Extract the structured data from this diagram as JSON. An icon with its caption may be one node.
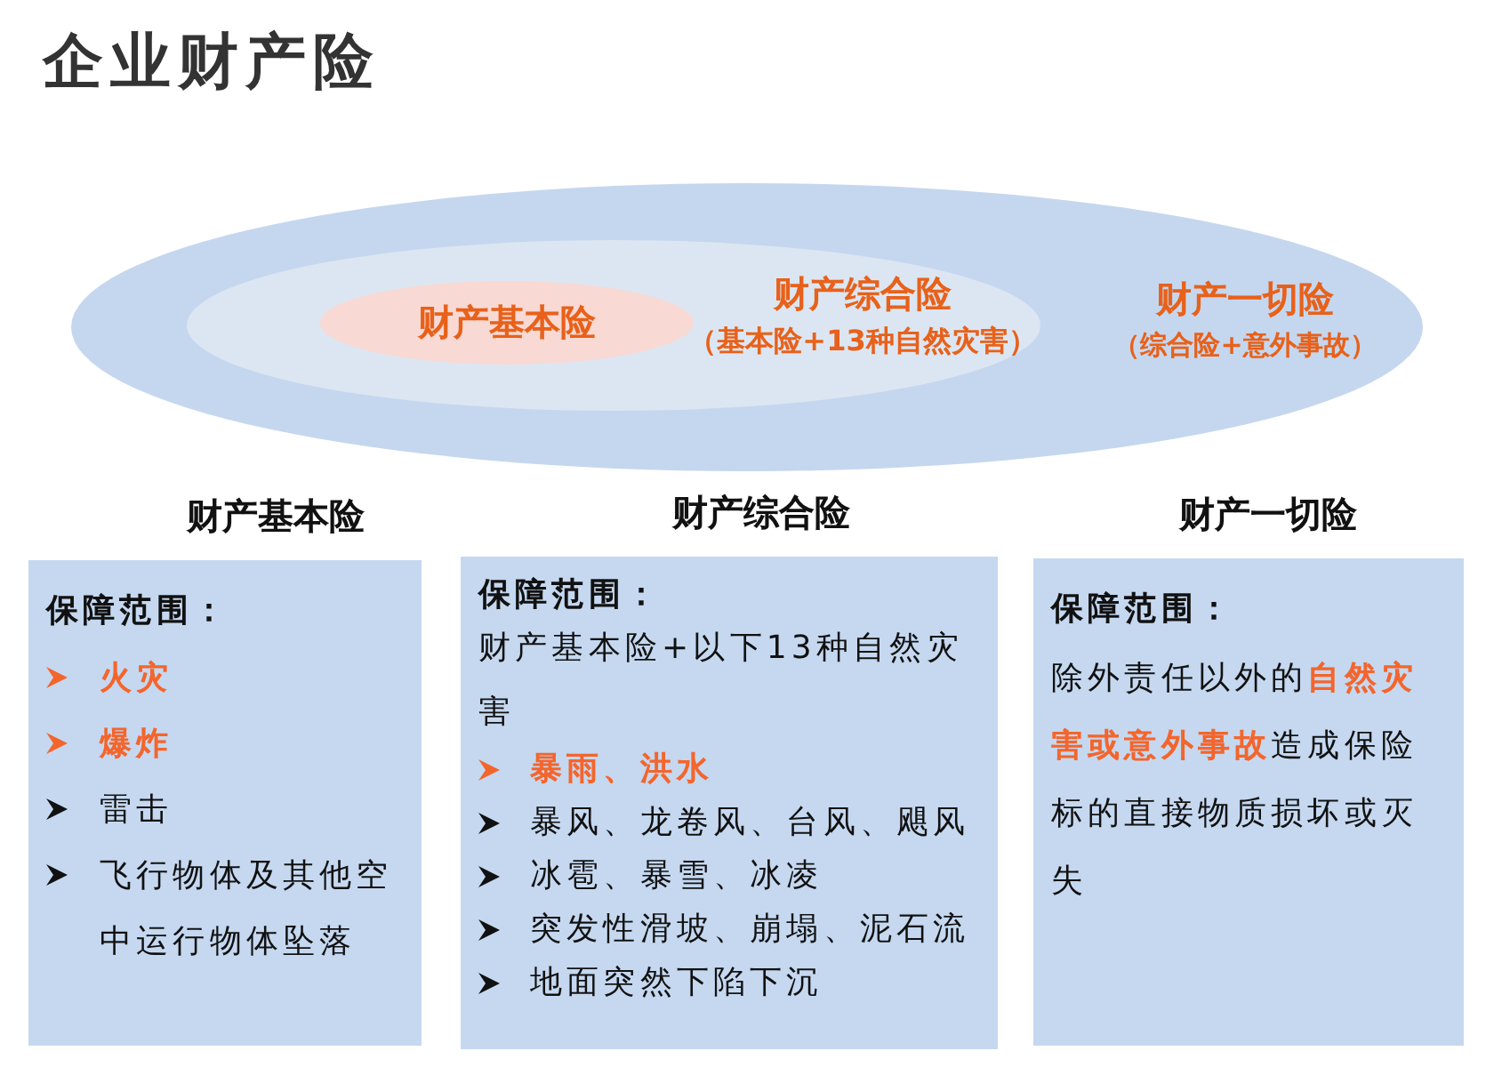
{
  "diagram": {
    "title": "企业财产险",
    "nodes": [
      {
        "text": [
          "财产一切险",
          "（综合险+意外事故）"
        ]
      },
      {
        "text": [
          "财产综合险",
          "（基本险+13种自然灾害）"
        ],
        "in": 0
      },
      {
        "text": [
          "财产基本险"
        ],
        "in": 1
      },
      {
        "text": [
          "财产基本险",
          "保障范围：",
          "火灾",
          "爆炸",
          "雷击",
          "飞行物体及其他空中运行物体坠落"
        ]
      },
      {
        "text": [
          "财产综合险",
          "保障范围：",
          "财产基本险+以下13种自然灾害",
          "暴雨、洪水",
          "暴风、龙卷风、台风、飓风",
          "冰雹、暴雪、冰凌",
          "突发性滑坡、崩塌、泥石流",
          "地面突然下陷下沉"
        ]
      },
      {
        "text": [
          "财产一切险",
          "保障范围：",
          "除外责任以外的**自然灾害或意外事故**造成保险标的直接物质损坏或灭失"
        ]
      }
    ]
  }
}
